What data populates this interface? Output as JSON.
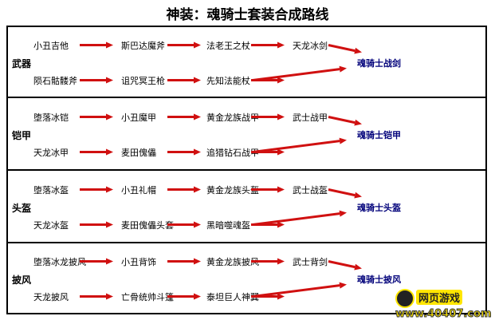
{
  "title": "神装：魂骑士套装合成路线",
  "rows": [
    {
      "label": "武器",
      "top": [
        "小丑吉他",
        "斯巴达魔斧",
        "法老王之杖",
        "天龙冰剑"
      ],
      "bottom": [
        "陨石骷髅斧",
        "诅咒冥王枪",
        "先知法能杖"
      ],
      "result": "魂骑士战剑"
    },
    {
      "label": "铠甲",
      "top": [
        "堕落冰铠",
        "小丑魔甲",
        "黄金龙族战甲",
        "武士战甲"
      ],
      "bottom": [
        "天龙冰甲",
        "麦田傀儡",
        "追猎钻石战甲"
      ],
      "result": "魂骑士铠甲"
    },
    {
      "label": "头盔",
      "top": [
        "堕落冰盔",
        "小丑礼帽",
        "黄金龙族头盔",
        "武士战盔"
      ],
      "bottom": [
        "天龙冰盔",
        "麦田傀儡头套",
        "黑暗噬魂盔"
      ],
      "result": "魂骑士头盔"
    },
    {
      "label": "披风",
      "top": [
        "堕落冰龙披风",
        "小丑背饰",
        "黄金龙族披风",
        "武士背剑"
      ],
      "bottom": [
        "天龙披风",
        "亡骨统帅斗篷",
        "泰坦巨人神翼"
      ],
      "result": "魂骑士披风"
    }
  ],
  "watermark": {
    "name": "网页游戏",
    "url": "www.40407.com"
  },
  "colors": {
    "arrow": "#d01010",
    "result": "#00007a"
  }
}
